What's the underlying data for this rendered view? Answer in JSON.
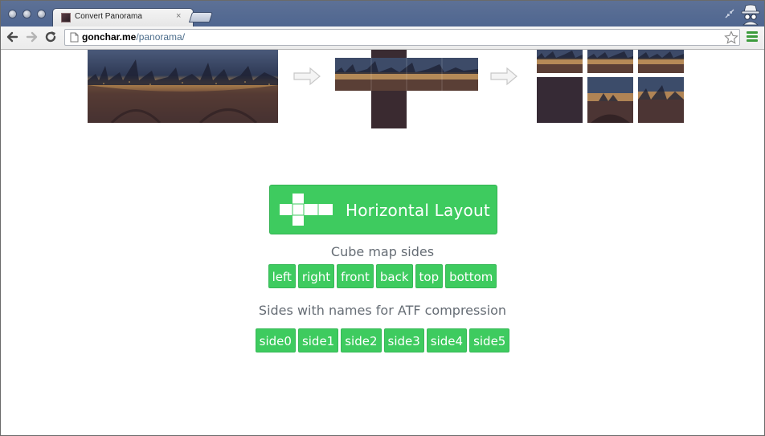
{
  "browser": {
    "tab_title": "Convert Panorama",
    "tab_close": "×",
    "url_host": "gonchar.me",
    "url_path": "/panorama/"
  },
  "colors": {
    "accent": "#3ecb5f",
    "titlebar": "#5a6e94",
    "text_muted": "#666d75"
  },
  "icons": {
    "back": "back-arrow-icon",
    "forward": "forward-arrow-icon",
    "reload": "reload-icon",
    "page": "page-icon",
    "bookmark": "star-icon",
    "menu": "menu-icon",
    "incognito": "incognito-icon"
  },
  "main": {
    "layout_button_label": "Horizontal Layout",
    "cube_title": "Cube map sides",
    "cube_sides": [
      "left",
      "right",
      "front",
      "back",
      "top",
      "bottom"
    ],
    "atf_title": "Sides with names for ATF compression",
    "atf_sides": [
      "side0",
      "side1",
      "side2",
      "side3",
      "side4",
      "side5"
    ]
  }
}
